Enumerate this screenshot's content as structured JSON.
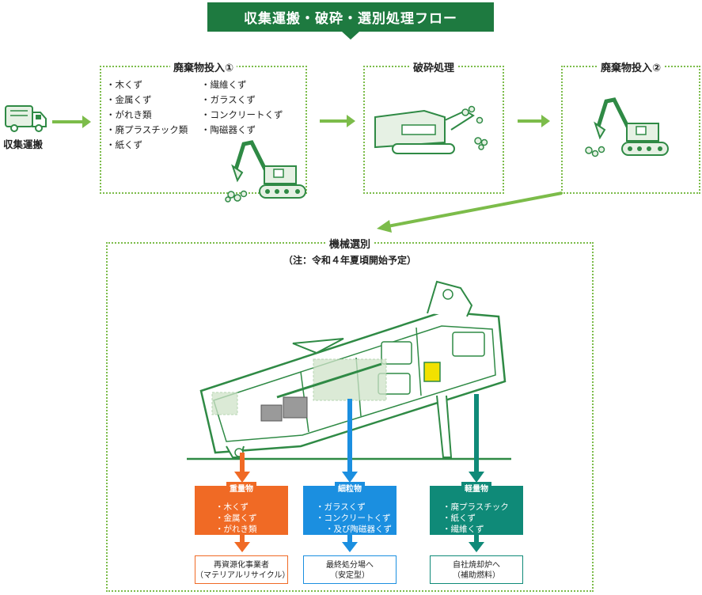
{
  "title": "収集運搬・破砕・選別処理フロー",
  "collection": {
    "label": "収集運搬",
    "icon": "garbage-truck-icon"
  },
  "input1": {
    "title": "廃棄物投入①",
    "col1": [
      "木くず",
      "金属くず",
      "がれき類",
      "廃プラスチック類",
      "紙くず"
    ],
    "col2": [
      "繊維くず",
      "ガラスくず",
      "コンクリートくず",
      "陶磁器くず"
    ]
  },
  "crush": {
    "title": "破砕処理"
  },
  "input2": {
    "title": "廃棄物投入②"
  },
  "machine": {
    "title": "機械選別",
    "note": "（注：令和４年夏頃開始予定）"
  },
  "categories": [
    {
      "title": "重量物",
      "items": [
        "木くず",
        "金属くず",
        "がれき類"
      ],
      "color": "#f06a25",
      "dest": [
        "再資源化事業者",
        "（マテリアルリサイクル）"
      ]
    },
    {
      "title": "細粒物",
      "items": [
        "ガラスくず",
        "コンクリートくず",
        "及び陶磁器くず"
      ],
      "color": "#1b8fe0",
      "dest": [
        "最終処分場へ",
        "（安定型）"
      ]
    },
    {
      "title": "軽量物",
      "items": [
        "廃プラスチック",
        "紙くず",
        "繊維くず"
      ],
      "color": "#0f8a78",
      "dest": [
        "自社焼却炉へ",
        "（補助燃料）"
      ]
    }
  ],
  "colors": {
    "primary_green": "#1e7a40",
    "light_green": "#7cbc4a",
    "line_green": "#2f8a45"
  }
}
